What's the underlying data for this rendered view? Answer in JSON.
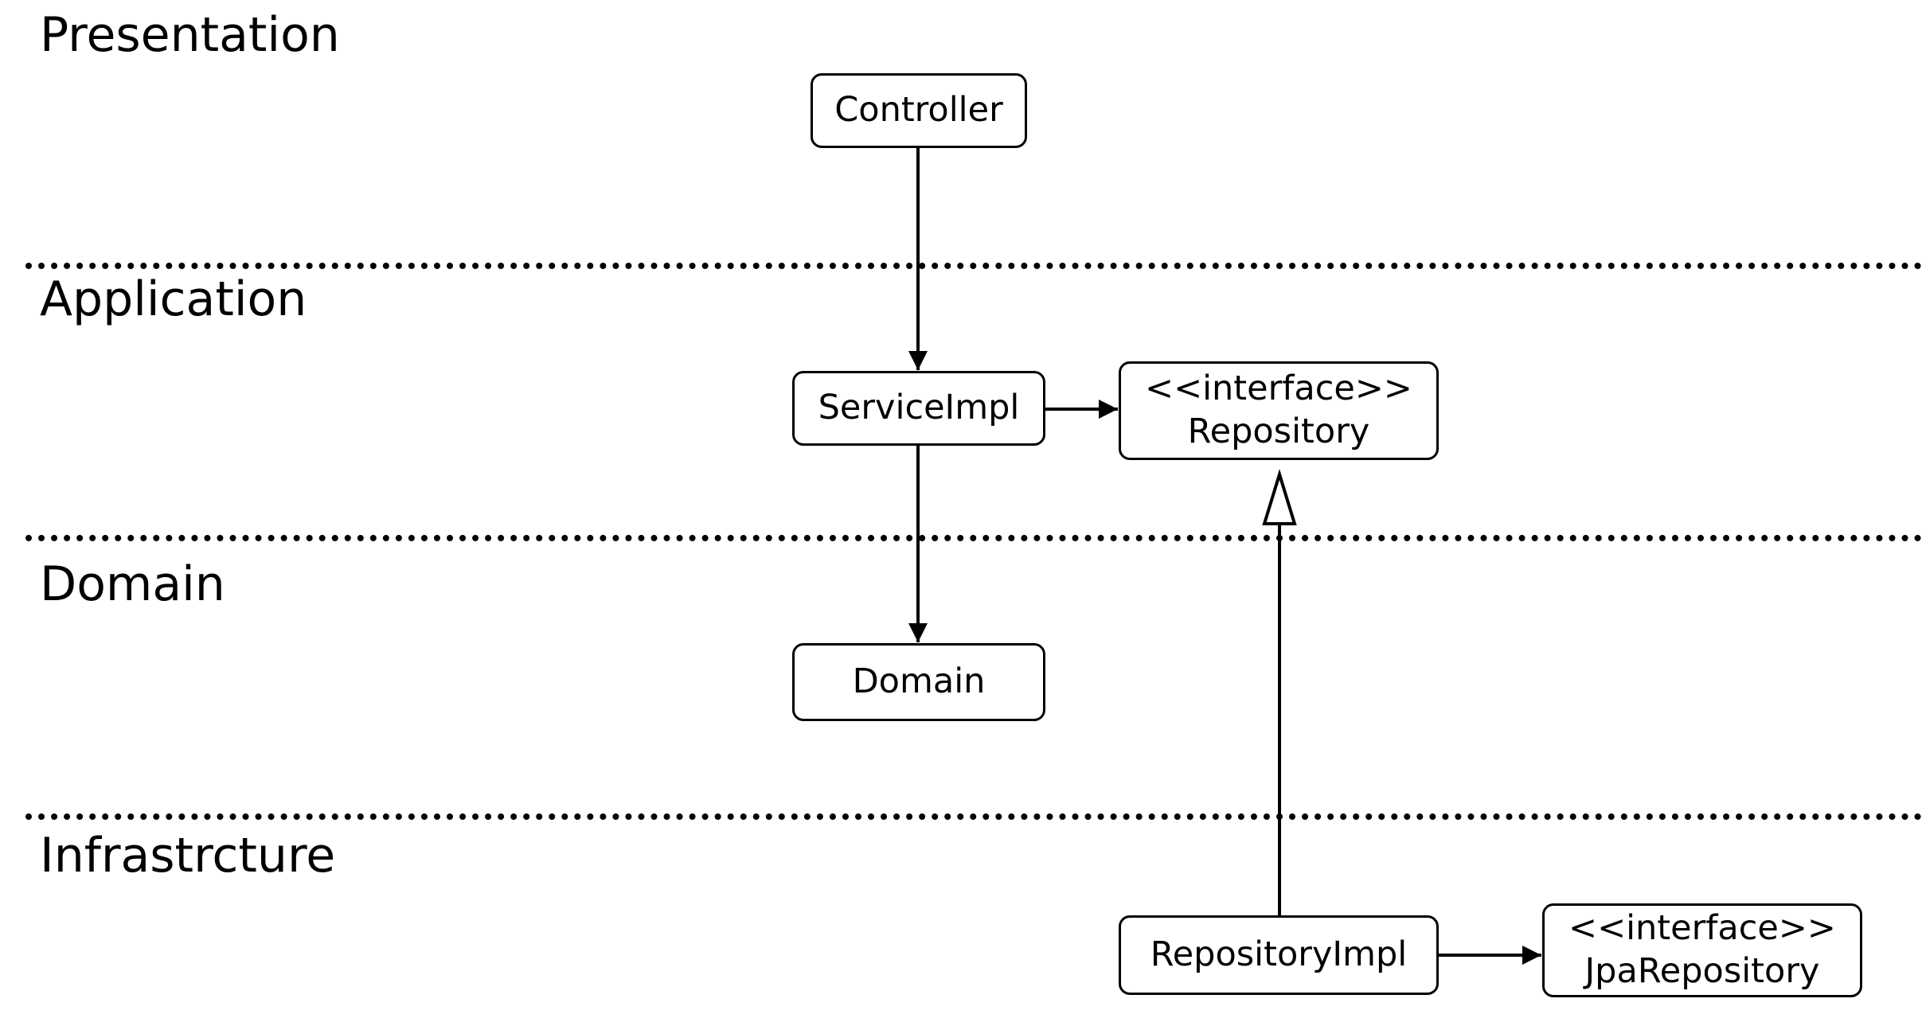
{
  "layers": {
    "presentation": "Presentation",
    "application": "Application",
    "domain": "Domain",
    "infrastructure": "Infrastrcture"
  },
  "nodes": {
    "controller": {
      "label": "Controller"
    },
    "service_impl": {
      "label": "ServiceImpl"
    },
    "repository": {
      "stereotype": "<<interface>>",
      "label": "Repository"
    },
    "domain": {
      "label": "Domain"
    },
    "repository_impl": {
      "label": "RepositoryImpl"
    },
    "jpa_repository": {
      "stereotype": "<<interface>>",
      "label": "JpaRepository"
    }
  },
  "edges": [
    {
      "from": "Controller",
      "to": "ServiceImpl",
      "type": "dependency"
    },
    {
      "from": "ServiceImpl",
      "to": "Repository",
      "type": "dependency"
    },
    {
      "from": "ServiceImpl",
      "to": "Domain",
      "type": "dependency"
    },
    {
      "from": "RepositoryImpl",
      "to": "Repository",
      "type": "realization"
    },
    {
      "from": "RepositoryImpl",
      "to": "JpaRepository",
      "type": "dependency"
    }
  ],
  "colors": {
    "line": "#000000",
    "background": "#ffffff"
  }
}
